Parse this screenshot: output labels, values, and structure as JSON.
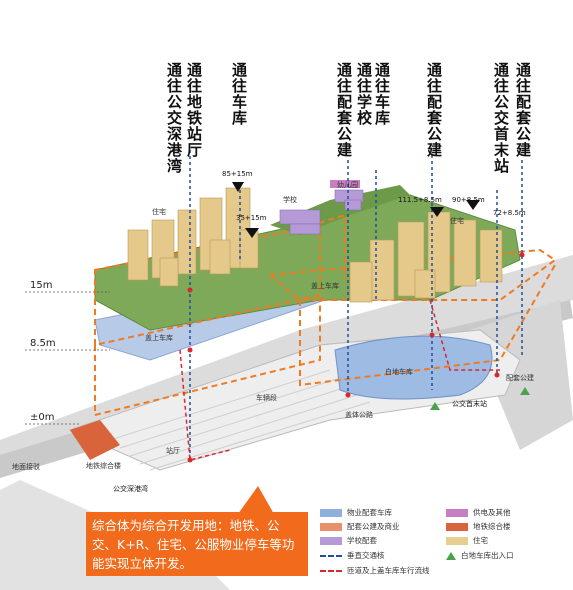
{
  "labels": {
    "metro": "通往地铁站厅",
    "bus_terminal": "通往公交深港湾",
    "garage1": "通往车库",
    "facility1": "通往配套公建",
    "school": "通往学校",
    "garage2": "通往车库",
    "facility2": "通往配套公建",
    "bus_first": "通往公交首末站",
    "facility3": "通往配套公建"
  },
  "heights": {
    "h1": "85+15m",
    "h2": "35+15m",
    "h3": "111.5+8.5m",
    "h4": "90+8.5m",
    "h5": "72+8.5m"
  },
  "levels": {
    "l15": "15m",
    "l85": "8.5m",
    "l0": "±0m"
  },
  "areas": {
    "housing1": "住宅",
    "school": "学校",
    "kindergarten": "幼儿园",
    "housing2": "住宅",
    "upper_garage1": "盖上车库",
    "upper_garage2": "盖上车库",
    "ground_garage": "白地车库",
    "bus_first": "公交首末站",
    "rail_area": "车辆段",
    "facility_service": "配套公建",
    "metro_complex": "地铁综合楼",
    "ground_pickup": "地面接驳",
    "bus_bay": "公交深港湾",
    "station_lobby": "站厅",
    "ramp_label": "盖体公路"
  },
  "callout": "综合体为综合开发用地：地铁、公交、K+R、住宅、公服物业停车等功能实现立体开发。",
  "legend": [
    {
      "label": "物业配套车库",
      "color": "#8fb0dc",
      "kind": "swatch"
    },
    {
      "label": "供电及其他",
      "color": "#c77fc1",
      "kind": "swatch"
    },
    {
      "label": "配套公建及商业",
      "color": "#e8906b",
      "kind": "swatch"
    },
    {
      "label": "地铁综合楼",
      "color": "#d9633a",
      "kind": "swatch"
    },
    {
      "label": "学校配套",
      "color": "#b49ad6",
      "kind": "swatch"
    },
    {
      "label": "住宅",
      "color": "#e6cf8f",
      "kind": "swatch"
    },
    {
      "label": "垂直交通核",
      "color": "#1f4e9c",
      "kind": "line"
    },
    {
      "label": "白地车库出入口",
      "color": "#49a34a",
      "kind": "triangle"
    },
    {
      "label": "匝道及上盖车库车行流线",
      "color": "#d9272e",
      "kind": "line"
    }
  ]
}
